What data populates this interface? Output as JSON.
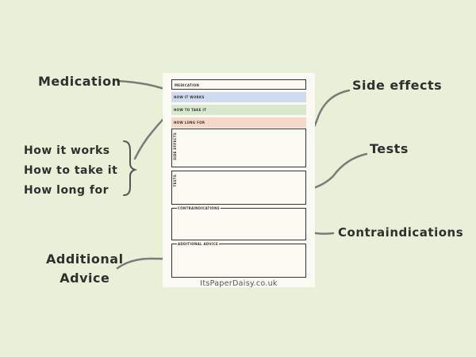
{
  "callouts": {
    "medication": "Medication",
    "side_effects": "Side effects",
    "tests": "Tests",
    "contraindications": "Contraindications",
    "group": [
      "How it works",
      "How to take it",
      "How long for"
    ],
    "additional_line1": "Additional",
    "additional_line2": "Advice"
  },
  "sheet": {
    "medication": "MEDICATION",
    "how_it_works": "HOW IT WORKS",
    "how_to_take_it": "HOW TO TAKE IT",
    "how_long_for": "HOW LONG FOR",
    "side_effects": "SIDE EFFECTS",
    "tests": "TESTS",
    "contraindications": "CONTRAINDICATIONS",
    "additional_advice": "ADDITIONAL ADVICE",
    "footer": "ItsPaperDaisy.co.uk"
  },
  "colors": {
    "background": "#e8f0d8",
    "how_it_works": "#cfdcf0",
    "how_to_take_it": "#d7e8cc",
    "how_long_for": "#f6d8c8",
    "arrow": "#7a7a7a"
  }
}
